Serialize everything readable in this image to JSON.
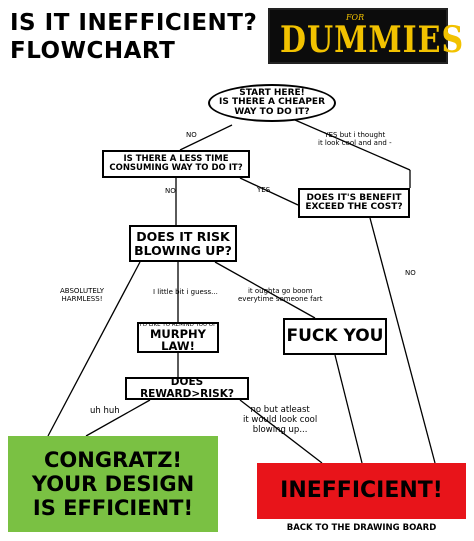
{
  "header": {
    "title_line1": "IS IT INEFFICIENT?",
    "title_line2": "FLOWCHART",
    "logo_small": "FOR",
    "logo_big": "DUMMIES"
  },
  "nodes": {
    "start_line1": "START HERE!",
    "start_line2": "IS THERE A CHEAPER",
    "start_line3": "WAY TO DO IT?",
    "less_time_line1": "IS THERE A LESS TIME",
    "less_time_line2": "CONSUMING WAY TO DO IT?",
    "benefit_line1": "DOES IT'S BENEFIT",
    "benefit_line2": "EXCEED THE COST?",
    "risk_line1": "DOES IT RISK",
    "risk_line2": "BLOWING UP?",
    "murphy_small": "I'D LIKE TO REMIND YOU OF",
    "murphy_big": "MURPHY LAW!",
    "reward": "DOES REWARD>RISK?",
    "fuck_you": "FUCK YOU",
    "congratz_line1": "CONGRATZ!",
    "congratz_line2": "YOUR DESIGN",
    "congratz_line3": "IS EFFICIENT!",
    "inefficient": "INEFFICIENT!",
    "drawing_board": "BACK TO THE DRAWING BOARD"
  },
  "edge_labels": {
    "no1": "NO",
    "yes_thought_1": "YES but i thought",
    "yes_thought_2": "it look cool and and -",
    "no2": "NO",
    "yes1": "YES",
    "no3": "NO",
    "harmless_1": "ABSOLUTELY",
    "harmless_2": "HARMLESS!",
    "little_bit": "I little bit i guess...",
    "fart_1": "it oughta go boom",
    "fart_2": "everytime someone fart",
    "uh_huh": "uh huh",
    "cool_1": "no but atleast",
    "cool_2": "it would look cool",
    "cool_3": "blowing up..."
  },
  "colors": {
    "congratz_bg": "#7ac143",
    "inefficient_bg": "#e8141a",
    "logo_bg": "#0c0c0c",
    "logo_text": "#f2c200"
  }
}
